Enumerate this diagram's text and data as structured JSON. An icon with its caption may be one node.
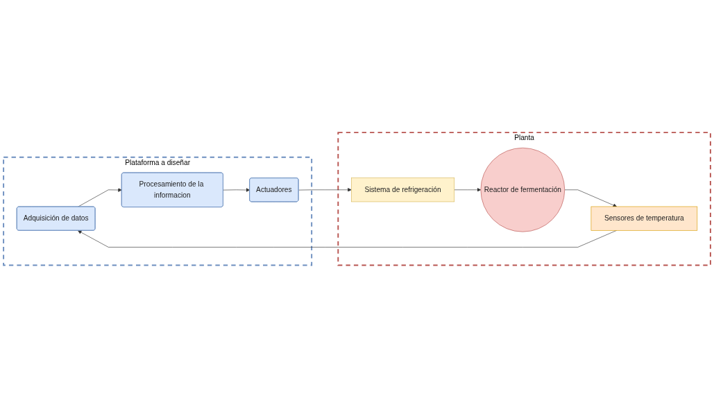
{
  "diagram": {
    "nodes": [
      {
        "text": [
          "Plataforma a diseñar"
        ]
      },
      {
        "text": [
          "Adquisición de datos"
        ],
        "in": 0
      },
      {
        "text": [
          "Procesamiento de la informacion"
        ],
        "in": 0
      },
      {
        "text": [
          "Actuadores"
        ],
        "in": 0
      },
      {
        "text": [
          "Planta"
        ]
      },
      {
        "text": [
          "Sensores de temperatura"
        ],
        "in": 4
      },
      {
        "text": [
          "Reactor de fermentación"
        ],
        "in": 4
      },
      {
        "text": [
          "Sistema de refrigeración"
        ],
        "in": 4
      }
    ],
    "edges": [
      {
        "from": 1,
        "to": 2,
        "arrow": "to"
      },
      {
        "from": 2,
        "to": 3,
        "arrow": "to"
      },
      {
        "from": 3,
        "to": 7,
        "arrow": "to"
      },
      {
        "from": 7,
        "to": 6,
        "arrow": "to"
      },
      {
        "from": 6,
        "to": 5,
        "arrow": "to"
      },
      {
        "from": 5,
        "to": 1,
        "arrow": "to"
      }
    ]
  }
}
